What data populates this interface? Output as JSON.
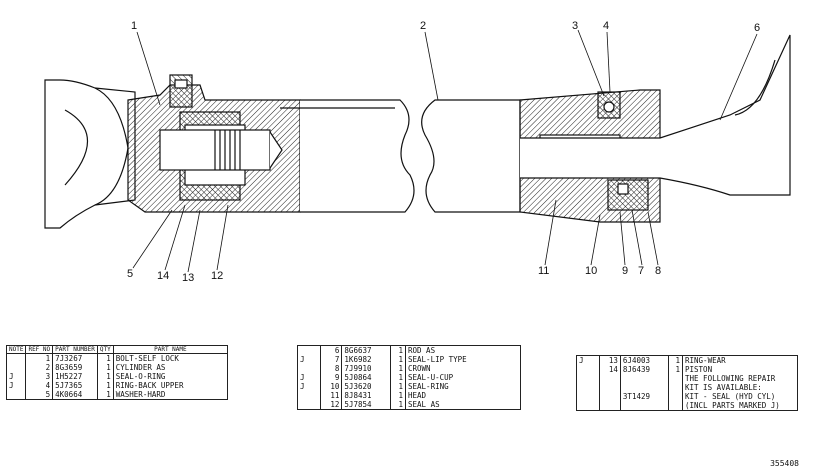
{
  "callouts": [
    "1",
    "2",
    "3",
    "4",
    "5",
    "6",
    "7",
    "8",
    "9",
    "10",
    "11",
    "12",
    "13",
    "14"
  ],
  "table1": {
    "headers": {
      "note": "NOTE",
      "ref": "REF NO",
      "part": "PART NUMBER",
      "qty": "QTY",
      "name": "PART NAME"
    },
    "rows": [
      {
        "note": "",
        "ref": "1",
        "part": "7J3267",
        "qty": "1",
        "name": "BOLT-SELF LOCK"
      },
      {
        "note": "",
        "ref": "2",
        "part": "8G3659",
        "qty": "1",
        "name": "CYLINDER AS"
      },
      {
        "note": "J",
        "ref": "3",
        "part": "1H5227",
        "qty": "1",
        "name": "SEAL-O-RING"
      },
      {
        "note": "J",
        "ref": "4",
        "part": "5J7365",
        "qty": "1",
        "name": "RING-BACK UPPER"
      },
      {
        "note": "",
        "ref": "5",
        "part": "4K0664",
        "qty": "1",
        "name": "WASHER-HARD"
      }
    ]
  },
  "table2": {
    "rows": [
      {
        "note": "",
        "ref": "6",
        "part": "8G6637",
        "qty": "1",
        "name": "ROD AS"
      },
      {
        "note": "J",
        "ref": "7",
        "part": "1K6982",
        "qty": "1",
        "name": "SEAL-LIP TYPE"
      },
      {
        "note": "",
        "ref": "8",
        "part": "7J9910",
        "qty": "1",
        "name": "CROWN"
      },
      {
        "note": "J",
        "ref": "9",
        "part": "5J0864",
        "qty": "1",
        "name": "SEAL-U-CUP"
      },
      {
        "note": "J",
        "ref": "10",
        "part": "5J3620",
        "qty": "1",
        "name": "SEAL-RING"
      },
      {
        "note": "",
        "ref": "11",
        "part": "8J8431",
        "qty": "1",
        "name": "HEAD"
      },
      {
        "note": "",
        "ref": "12",
        "part": "5J7854",
        "qty": "1",
        "name": "SEAL AS"
      }
    ]
  },
  "table3": {
    "rows": [
      {
        "note": "J",
        "ref": "13",
        "part": "6J4003",
        "qty": "1",
        "name": "RING-WEAR"
      },
      {
        "note": "",
        "ref": "14",
        "part": "8J6439",
        "qty": "1",
        "name": "PISTON"
      },
      {
        "note": "",
        "ref": "",
        "part": "",
        "qty": "",
        "name": "THE FOLLOWING REPAIR"
      },
      {
        "note": "",
        "ref": "",
        "part": "",
        "qty": "",
        "name": "KIT IS AVAILABLE:"
      },
      {
        "note": "",
        "ref": "",
        "part": "3T1429",
        "qty": "",
        "name": "KIT - SEAL (HYD CYL)"
      },
      {
        "note": "",
        "ref": "",
        "part": "",
        "qty": "",
        "name": "(INCL PARTS MARKED J)"
      }
    ]
  },
  "doc_id": "355408"
}
